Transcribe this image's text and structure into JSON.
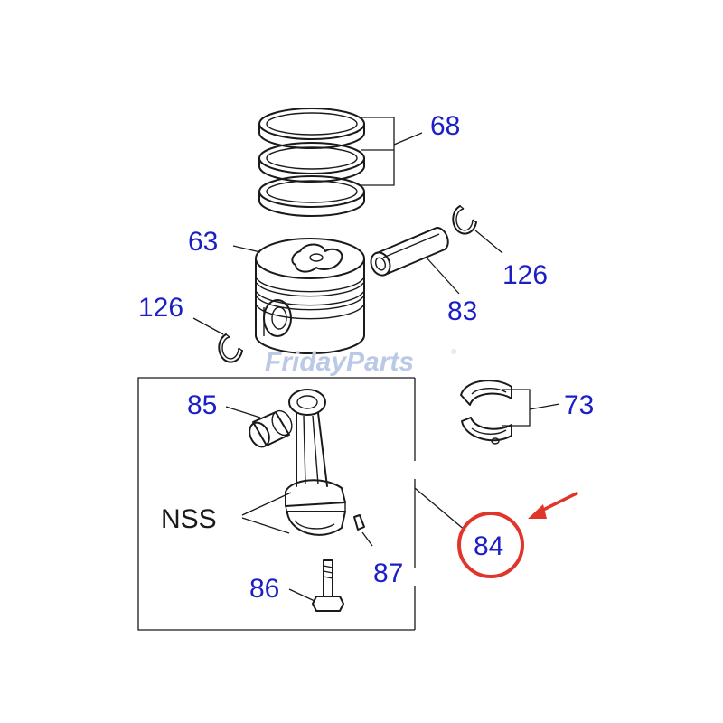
{
  "callouts": {
    "rings": "68",
    "piston": "63",
    "pin_clip_upper": "126",
    "piston_pin": "83",
    "pin_clip_lower": "126",
    "bearing": "73",
    "bushing": "85",
    "assembly": "84",
    "nss": "NSS",
    "dowel": "87",
    "bolt": "86"
  },
  "watermark": {
    "text": "FridayParts",
    "mark": "®"
  },
  "colors": {
    "callout": "#1c1fc4",
    "highlight_circle": "#e0352b",
    "highlight_arrow": "#e0352b",
    "line": "#1a1a1a",
    "watermark": "#b9c9e6"
  },
  "highlight": {
    "target_callout": "84",
    "icon": "red-circle-with-arrow"
  }
}
